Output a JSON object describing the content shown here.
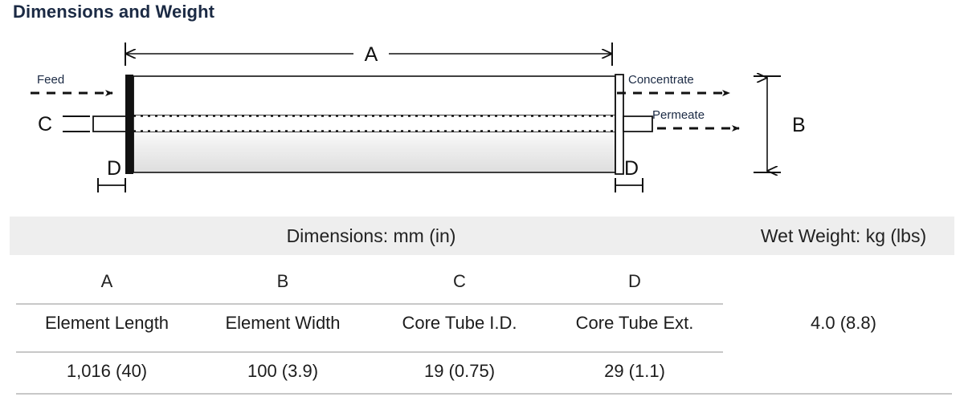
{
  "page": {
    "title": "Dimensions and Weight"
  },
  "diagram": {
    "flow_labels": {
      "feed": "Feed",
      "concentrate": "Concentrate",
      "permeate": "Permeate"
    },
    "dimension_letters": {
      "a": "A",
      "b": "B",
      "c": "C",
      "d_left": "D",
      "d_right": "D"
    }
  },
  "table": {
    "headers": {
      "dimensions": "Dimensions: mm (in)",
      "wet_weight": "Wet Weight: kg (lbs)"
    },
    "letters": [
      "A",
      "B",
      "C",
      "D"
    ],
    "names": [
      "Element Length",
      "Element Width",
      "Core Tube I.D.",
      "Core Tube Ext."
    ],
    "values": [
      "1,016 (40)",
      "100 (3.9)",
      "19 (0.75)",
      "29 (1.1)"
    ],
    "wet_weight_value": "4.0 (8.8)"
  },
  "colors": {
    "title": "#1b2a44",
    "header_band": "#eeeeee",
    "rule": "#c8c8c8",
    "body_fill": "#e0e0e0",
    "ink": "#111111"
  }
}
